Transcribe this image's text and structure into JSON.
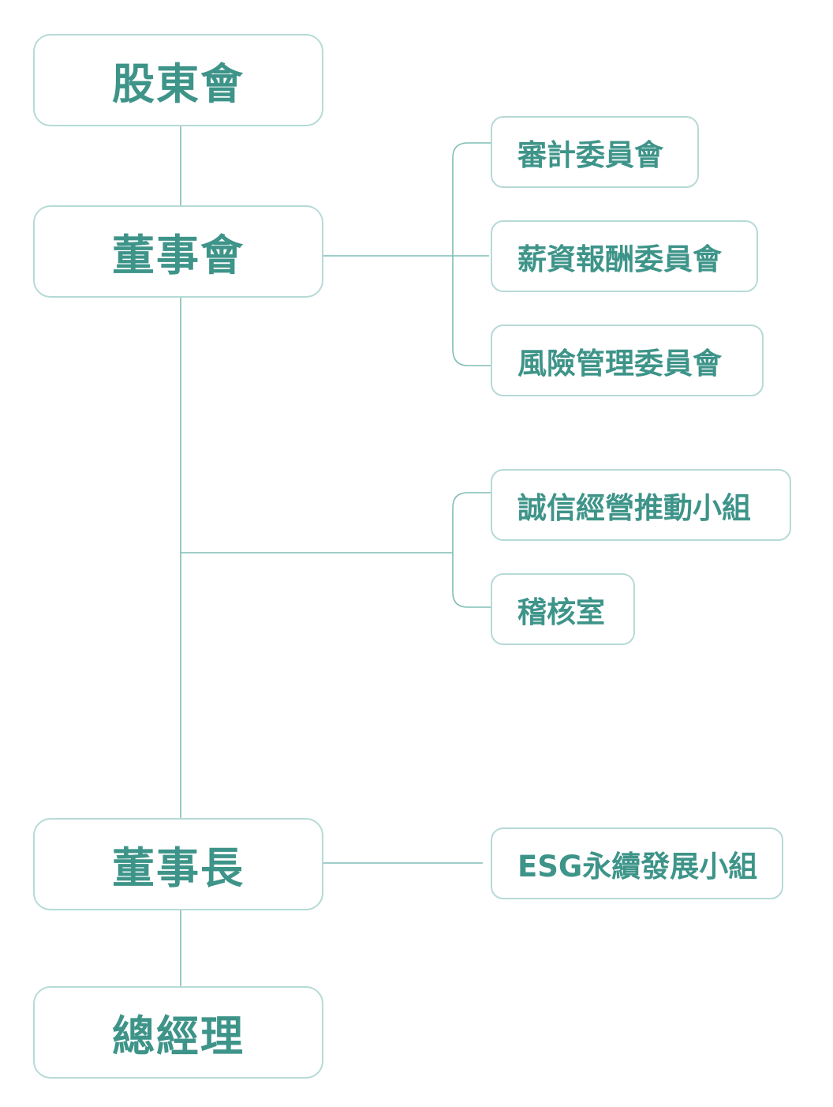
{
  "colors": {
    "node_border": "#b6dad6",
    "node_text": "#3e9489",
    "connector": "#7fbdb5"
  },
  "nodes": {
    "shareholders": "股東會",
    "board": "董事會",
    "chairman": "董事長",
    "president": "總經理"
  },
  "board_committees": [
    "審計委員會",
    "薪資報酬委員會",
    "風險管理委員會"
  ],
  "board_units": [
    "誠信經營推動小組",
    "稽核室"
  ],
  "chairman_units": [
    "ESG永續發展小組"
  ]
}
